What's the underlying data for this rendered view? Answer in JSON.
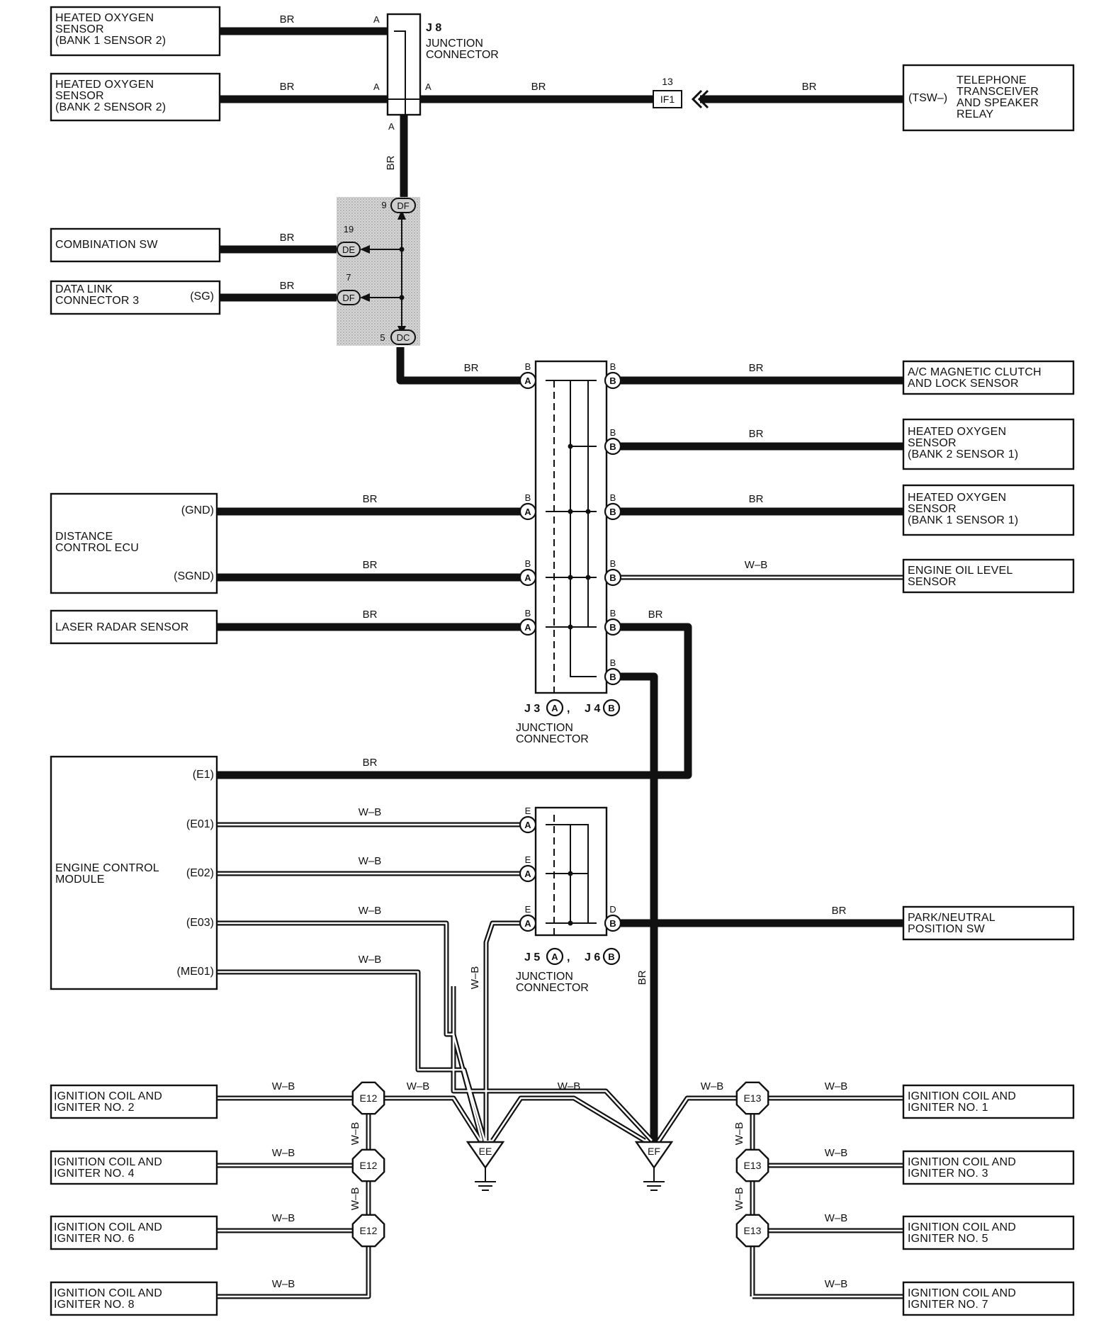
{
  "components": {
    "ho2s_b1s2": "HEATED OXYGEN\nSENSOR\n(BANK 1 SENSOR 2)",
    "ho2s_b2s2": "HEATED OXYGEN\nSENSOR\n(BANK 2 SENSOR 2)",
    "telephone": "TELEPHONE\nTRANSCEIVER\nAND SPEAKER\nRELAY",
    "telephone_pin": "(TSW–)",
    "combination_sw": "COMBINATION SW",
    "dlc3": "DATA LINK\nCONNECTOR 3",
    "dlc3_pin": "(SG)",
    "ac_clutch": "A/C MAGNETIC CLUTCH\nAND LOCK SENSOR",
    "ho2s_b2s1": "HEATED OXYGEN\nSENSOR\n(BANK 2 SENSOR 1)",
    "ho2s_b1s1": "HEATED OXYGEN\nSENSOR\n(BANK 1 SENSOR 1)",
    "distance_ecu": "DISTANCE\nCONTROL ECU",
    "distance_pin_gnd": "(GND)",
    "distance_pin_sgnd": "(SGND)",
    "oil_level": "ENGINE OIL LEVEL\nSENSOR",
    "laser_radar": "LASER RADAR SENSOR",
    "ecm": "ENGINE CONTROL\nMODULE",
    "ecm_pin_e1": "(E1)",
    "ecm_pin_e01": "(E01)",
    "ecm_pin_e02": "(E02)",
    "ecm_pin_e03": "(E03)",
    "ecm_pin_me01": "(ME01)",
    "park_neutral": "PARK/NEUTRAL\nPOSITION SW",
    "ign2": "IGNITION COIL AND\nIGNITER NO. 2",
    "ign4": "IGNITION COIL AND\nIGNITER NO. 4",
    "ign6": "IGNITION COIL AND\nIGNITER NO. 6",
    "ign8": "IGNITION COIL AND\nIGNITER NO. 8",
    "ign1": "IGNITION COIL AND\nIGNITER NO. 1",
    "ign3": "IGNITION COIL AND\nIGNITER NO. 3",
    "ign5": "IGNITION COIL AND\nIGNITER NO. 5",
    "ign7": "IGNITION COIL AND\nIGNITER NO. 7"
  },
  "junctions": {
    "j8_id": "J 8",
    "j8_sub": "JUNCTION\nCONNECTOR",
    "j3_id": "J 3",
    "j4_id": "J 4",
    "j5_id": "J 5",
    "j6_id": "J 6",
    "jc_sub": "JUNCTION\nCONNECTOR",
    "circle_a": "A",
    "circle_b": "B",
    "comma": ","
  },
  "connector": {
    "if1": "IF1",
    "if1_pin": "13",
    "dlc1_pins": [
      "9",
      "19",
      "7",
      "5"
    ],
    "dlc1_labels": [
      "DF",
      "DE",
      "DF",
      "DC"
    ]
  },
  "grounds": {
    "ee": "EE",
    "ef": "EF",
    "e12": "E12",
    "e13": "E13"
  },
  "wire_colors": {
    "br": "BR",
    "wb": "W–B"
  },
  "pin_letters": {
    "a": "A",
    "b": "B",
    "d": "D",
    "e": "E"
  }
}
